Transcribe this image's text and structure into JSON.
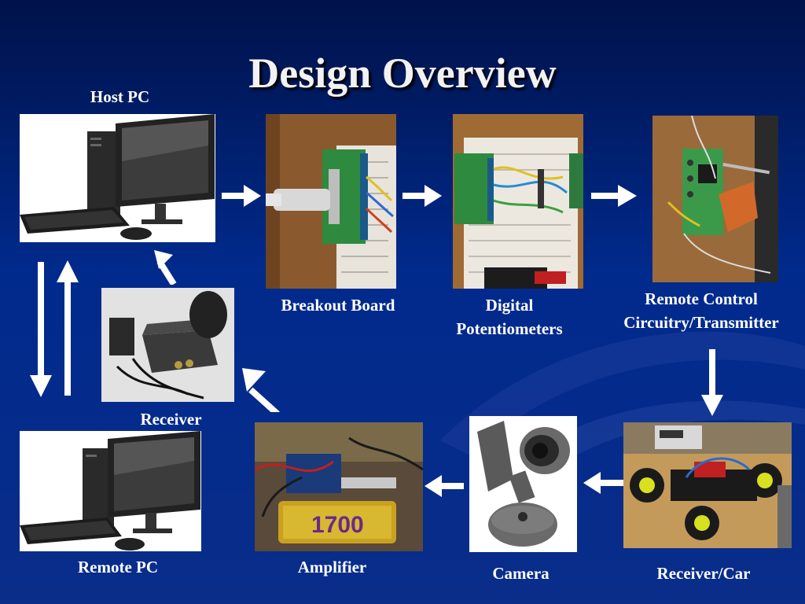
{
  "title": "Design Overview",
  "colors": {
    "background": "#0a2d8a",
    "text": "#ffffff",
    "arrow": "#ffffff"
  },
  "components": {
    "host_pc": "Host PC",
    "breakout_board": "Breakout Board",
    "digital_potentiometers": [
      "Digital",
      "Potentiometers"
    ],
    "remote_control": [
      "Remote Control",
      "Circuitry/Transmitter"
    ],
    "receiver": "Receiver",
    "remote_pc": "Remote PC",
    "amplifier": "Amplifier",
    "camera": "Camera",
    "receiver_car": "Receiver/Car"
  },
  "images": {
    "host_pc": "desktop-computer-photo",
    "breakout_board": "breakout-board-photo",
    "digital_potentiometers": "breadboard-potentiometers-photo",
    "remote_control": "transmitter-circuit-photo",
    "receiver": "video-receiver-photo",
    "remote_pc": "desktop-computer-photo",
    "amplifier": "amplifier-battery-photo",
    "camera": "security-camera-photo",
    "receiver_car": "rc-car-photo"
  },
  "amplifier_photo_text": "1700"
}
